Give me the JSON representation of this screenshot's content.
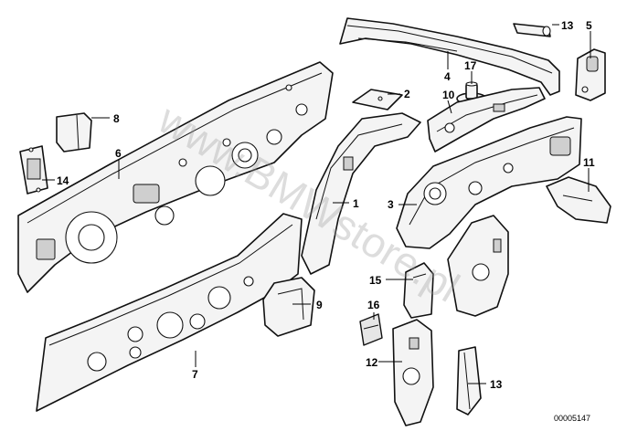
{
  "diagram": {
    "id_label": "00005147",
    "watermark": "www.BMWstore.pl",
    "callouts": {
      "c1": "1",
      "c2": "2",
      "c3": "3",
      "c4": "4",
      "c5": "5",
      "c6": "6",
      "c7": "7",
      "c8": "8",
      "c9": "9",
      "c10": "10",
      "c11": "11",
      "c12": "12",
      "c13a": "13",
      "c13b": "13",
      "c14": "14",
      "c15": "15",
      "c16": "16",
      "c17": "17"
    }
  }
}
